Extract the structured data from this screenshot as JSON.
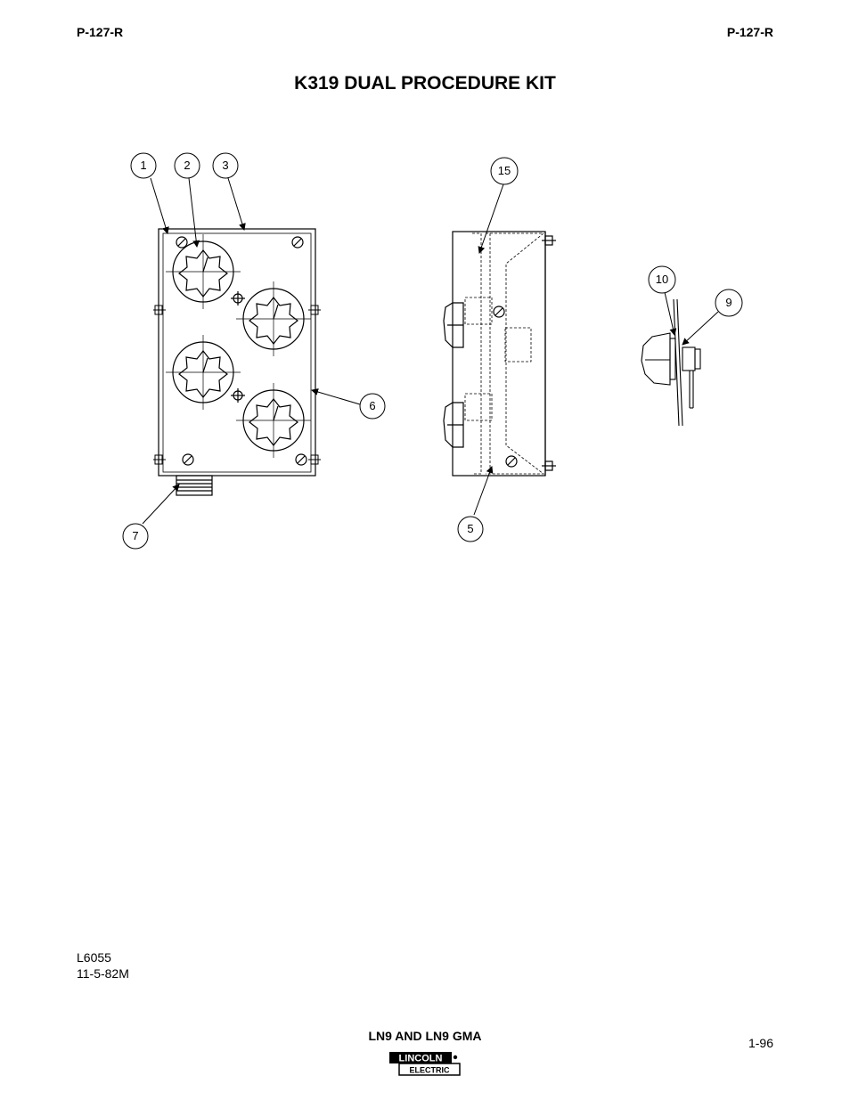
{
  "header": {
    "left_code": "P-127-R",
    "right_code": "P-127-R"
  },
  "title": "K319 DUAL PROCEDURE KIT",
  "callouts": {
    "c1": "1",
    "c2": "2",
    "c3": "3",
    "c15": "15",
    "c10": "10",
    "c9": "9",
    "c6": "6",
    "c7": "7",
    "c5": "5"
  },
  "document_number": "L6055",
  "document_date": "11-5-82M",
  "footer": {
    "product": "LN9 AND LN9 GMA",
    "page": "1-96"
  },
  "logo": {
    "line1": "LINCOLN",
    "line2": "ELECTRIC"
  }
}
